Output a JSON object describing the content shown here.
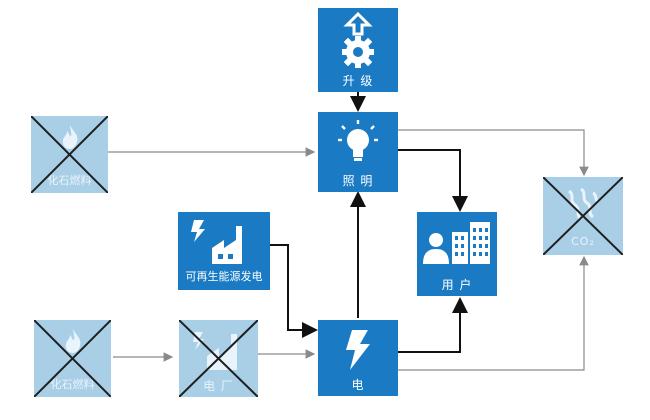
{
  "colors": {
    "active": "#1a7bc4",
    "inactive": "#a9cfe7",
    "arrow_dark": "#111111",
    "arrow_light": "#8a8a8a",
    "cross": "#1f1f1f"
  },
  "nodes": {
    "upgrade": {
      "label": "升 级",
      "icon": "gear-arrow-up-icon"
    },
    "lighting": {
      "label": "照 明",
      "icon": "light-bulb-icon"
    },
    "renewable": {
      "label": "可再生能源发电",
      "icon": "factory-lightning-icon"
    },
    "users": {
      "label": "用 户",
      "icon": "person-building-icon"
    },
    "electricity": {
      "label": "电",
      "icon": "lightning-icon"
    },
    "fossil_fuel_top": {
      "label": "化石燃料",
      "icon": "flame-icon"
    },
    "fossil_fuel_bottom": {
      "label": "化石燃料",
      "icon": "flame-icon"
    },
    "power_plant": {
      "label": "电 厂",
      "icon": "factory-icon"
    },
    "co2": {
      "label": "CO₂",
      "icon": "smoke-icon"
    }
  }
}
